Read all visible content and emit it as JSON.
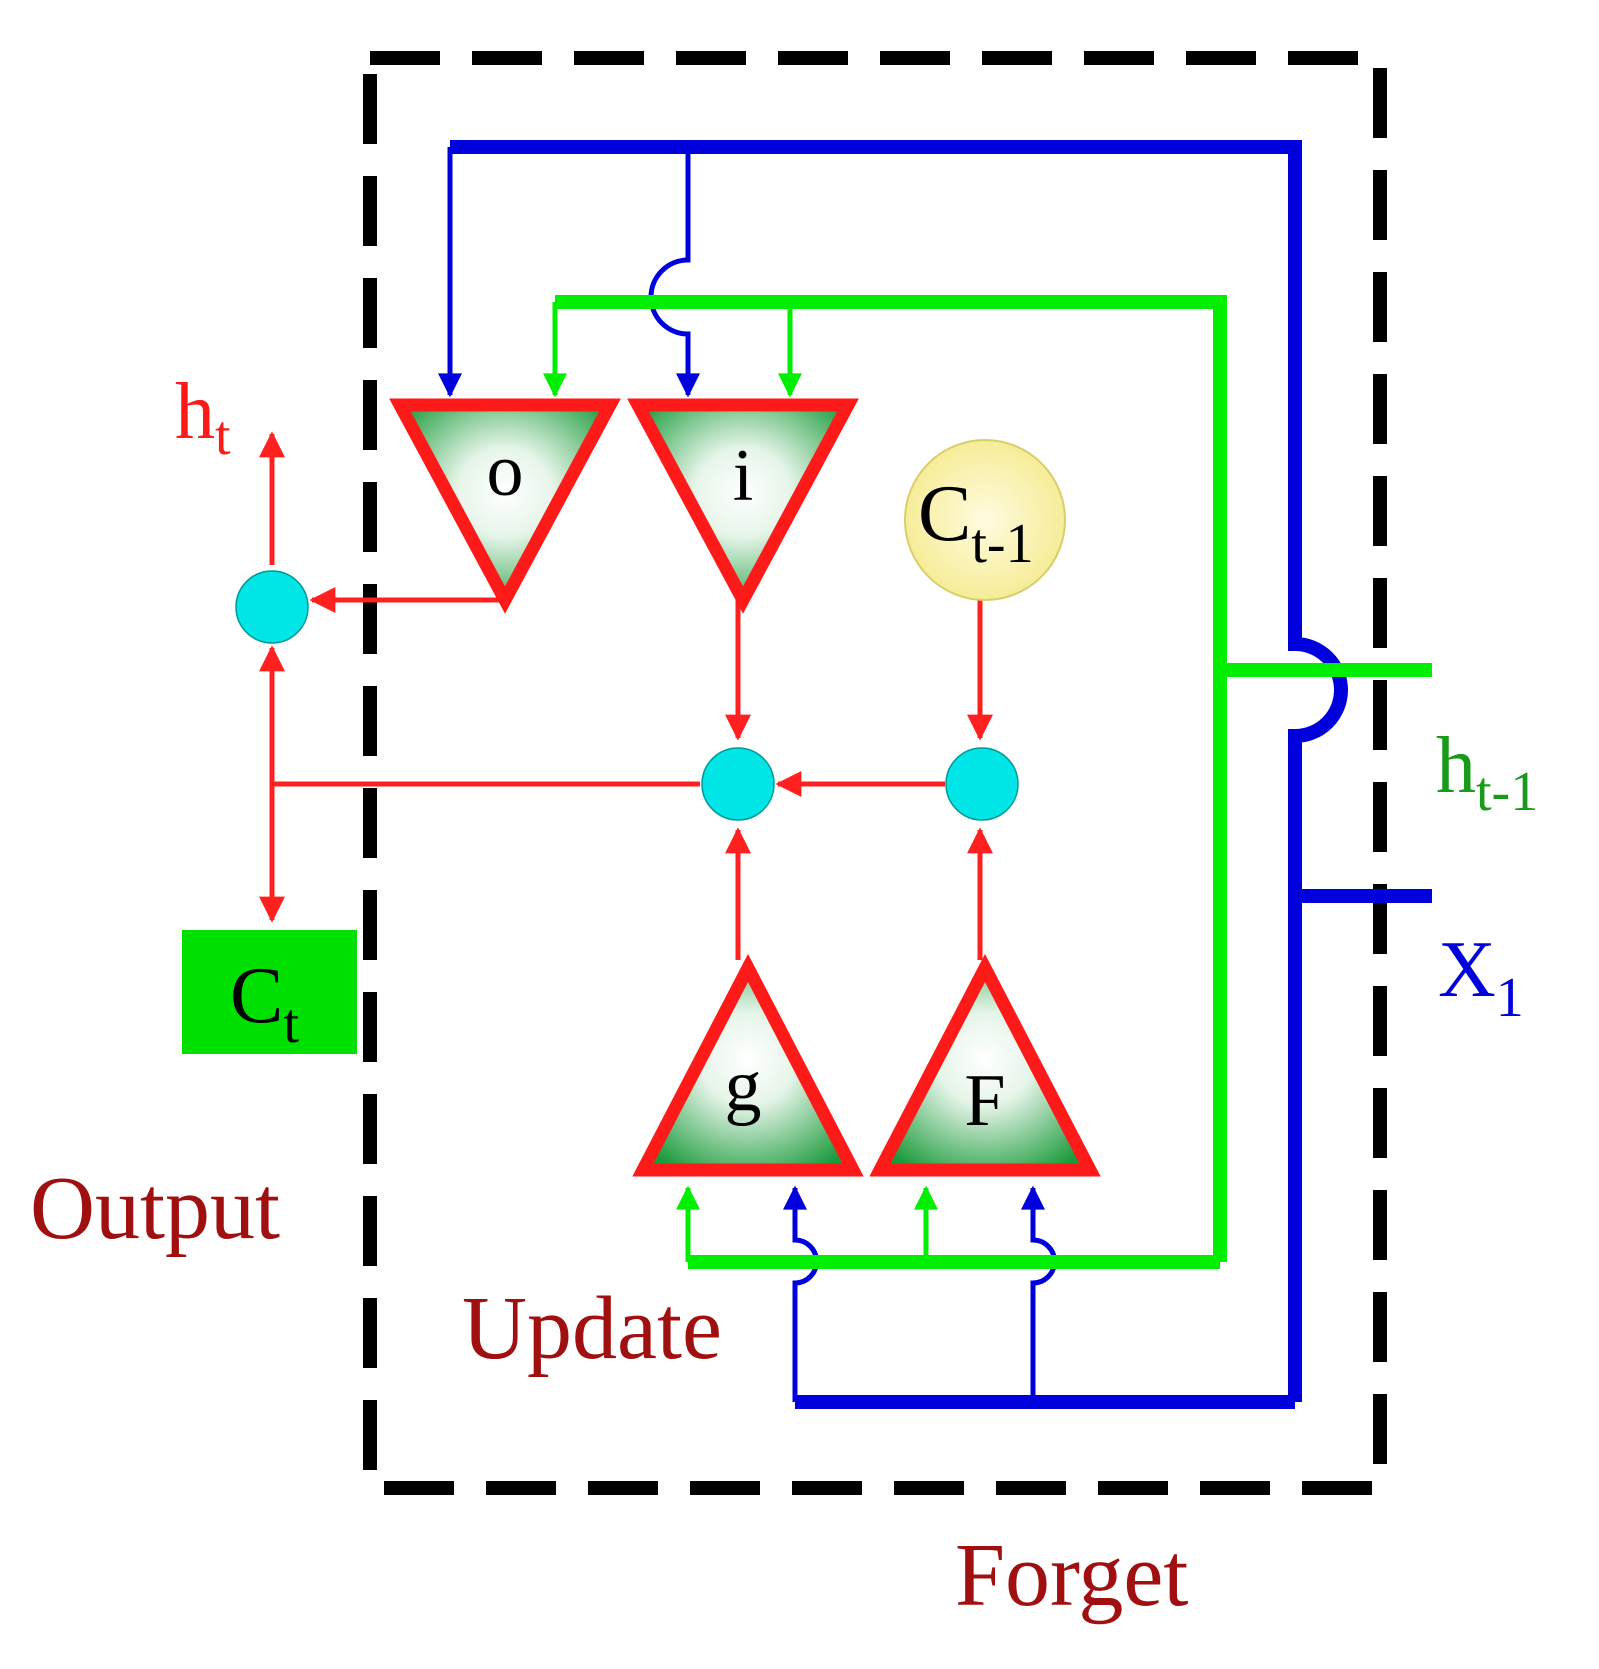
{
  "gates": {
    "o": "o",
    "i": "i",
    "g": "g",
    "f": "F"
  },
  "cell_prev": {
    "base": "C",
    "sub": "t-1"
  },
  "cell_out": {
    "base": "C",
    "sub": "t"
  },
  "hidden_out": {
    "base": "h",
    "sub": "t"
  },
  "hidden_prev": {
    "base": "h",
    "sub": "t-1"
  },
  "input": {
    "base": "X",
    "sub": "1"
  },
  "labels": {
    "output": "Output",
    "update": "Update",
    "forget": "Forget"
  },
  "colors": {
    "hidden_line": "#00ee00",
    "input_line": "#0000dd",
    "state_line": "#ff2020",
    "gate_border": "#ff1a1a",
    "gate_fill_center": "#ffffff",
    "gate_fill_edge": "#1a9a3a",
    "node_fill": "#00e5e5",
    "cell_prev_fill": "#fbf3a6",
    "cell_out_fill": "#00e000",
    "label_dark_red": "#a01010",
    "label_red": "#ff1a1a",
    "label_green": "#1a9a1a",
    "label_blue": "#0000dd",
    "frame": "#000000"
  }
}
